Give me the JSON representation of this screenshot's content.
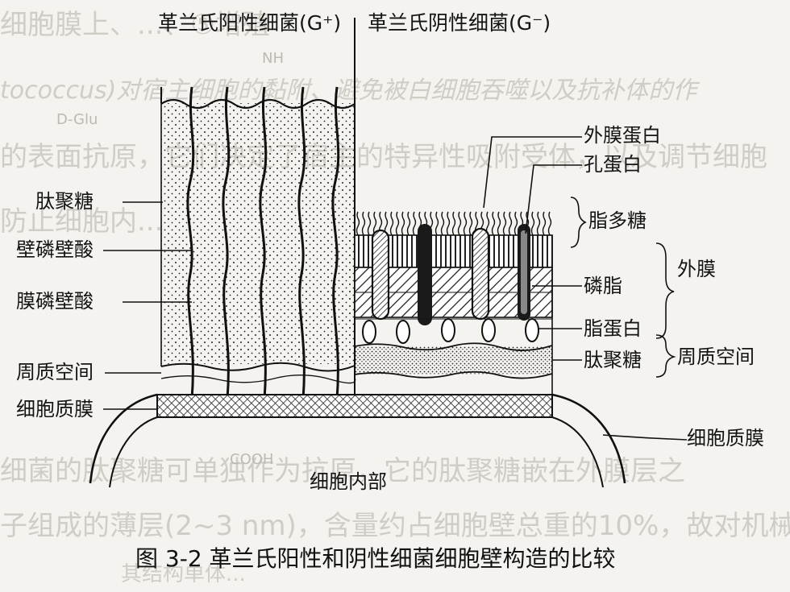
{
  "diagram": {
    "header_gpos": "革兰氏阳性细菌(G⁺)",
    "header_gneg": "革兰氏阴性细菌(G⁻)",
    "left_labels": {
      "peptidoglycan": "肽聚糖",
      "teichoic_acid": "壁磷壁酸",
      "lipoteichoic_acid": "膜磷壁酸",
      "periplasm": "周质空间",
      "membrane": "细胞质膜"
    },
    "right_labels": {
      "omp": "外膜蛋白",
      "porin": "孔蛋白",
      "lps": "脂多糖",
      "phospholipid": "磷脂",
      "lipoprotein": "脂蛋白",
      "peptidoglycan": "肽聚糖",
      "outer_membrane": "外膜",
      "periplasm": "周质空间",
      "membrane": "细胞质膜"
    },
    "interior": "细胞内部",
    "caption": "图 3-2   革兰氏阳性和阴性细菌细胞壁构造的比较"
  },
  "background_text": {
    "l1": "细胞膜上、...、⑤增殖",
    "l2": "tococcus)对宿主细胞的黏附、避免被白细胞吞噬以及抗补体的作",
    "l3": "的表面抗原，它们决定了宿主的特异性吸附受体，以及调节细胞",
    "l4": "防止细胞内...",
    "l5": "细菌的肽聚糖可单独作为抗原，它的肽聚糖嵌在外膜层之",
    "l6": "子组成的薄层(2~3 nm)，含量约占细胞壁总重的10%，故对机械",
    "l7": "其结构单体...",
    "nh": "NH",
    "dglu": "D-Glu",
    "cooh": "COOH"
  }
}
